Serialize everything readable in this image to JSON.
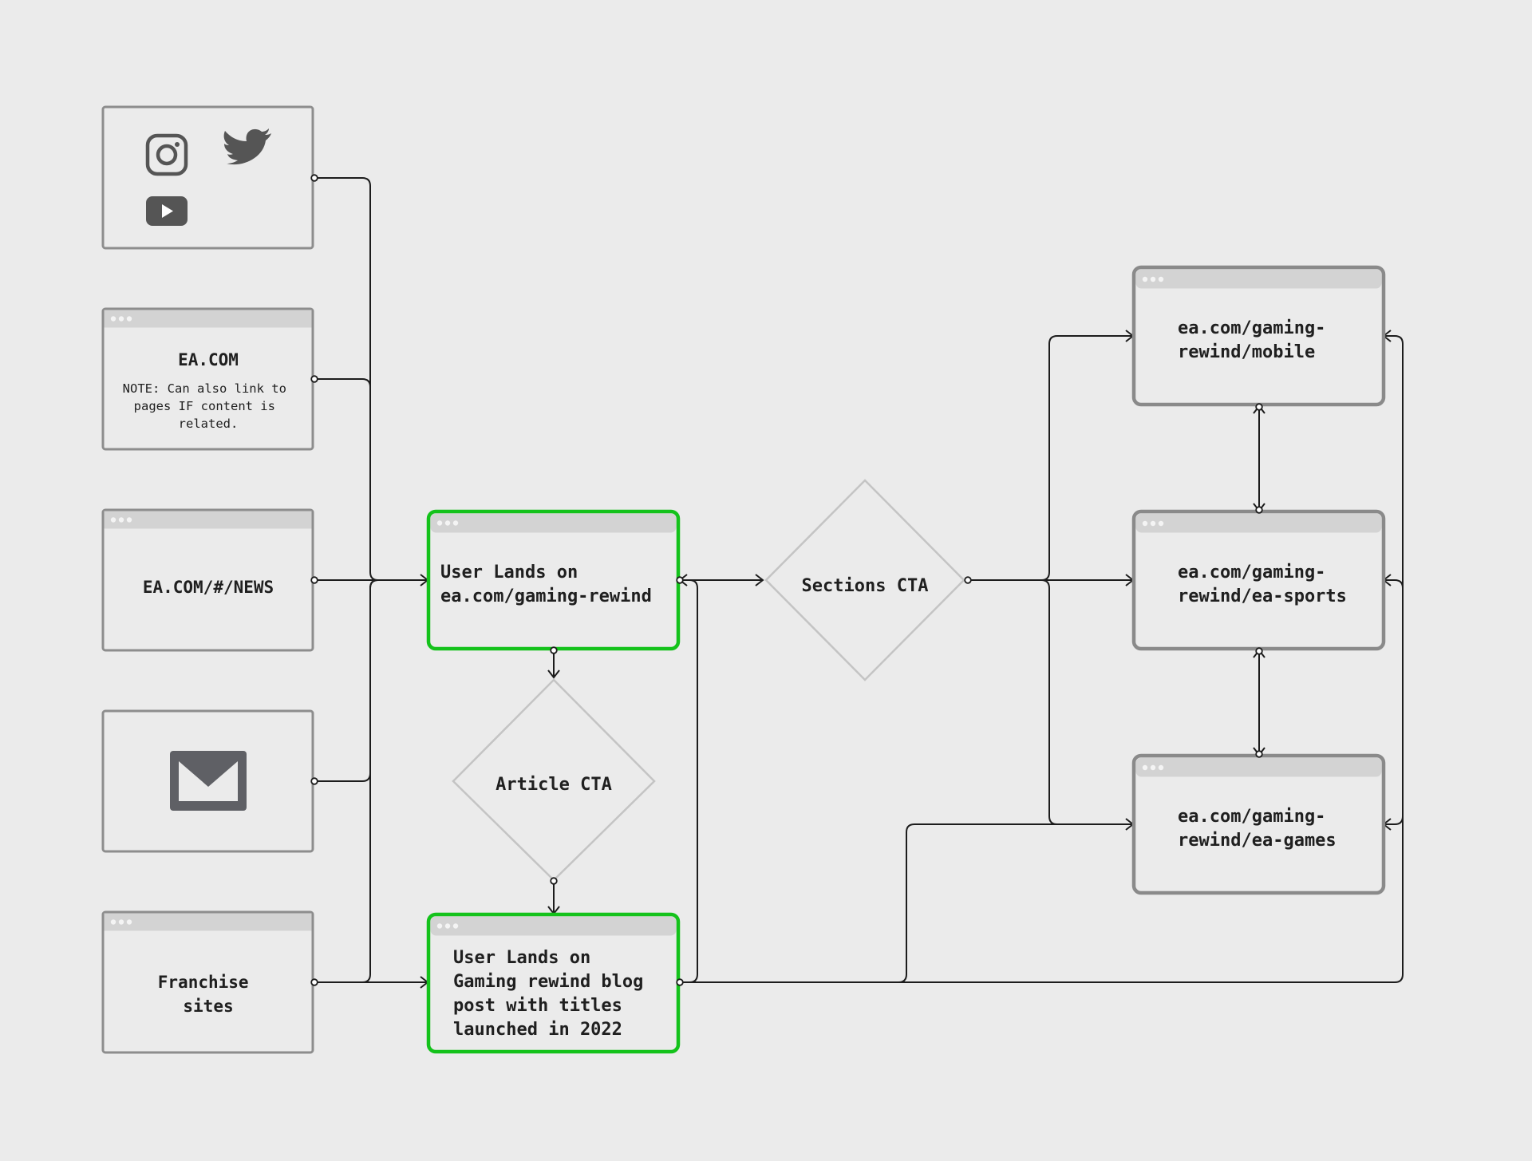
{
  "sources": {
    "social": {
      "icons": [
        "instagram-icon",
        "twitter-icon",
        "youtube-icon"
      ]
    },
    "ea_com": {
      "title": "EA.COM",
      "note_lines": [
        "NOTE: Can also link to",
        "pages IF content is",
        "related."
      ]
    },
    "news": {
      "title": "EA.COM/#/NEWS"
    },
    "email": {
      "icon": "mail-icon"
    },
    "franchise": {
      "lines": [
        "Franchise",
        "sites"
      ]
    }
  },
  "landing": {
    "rewind": {
      "lines": [
        "User Lands on",
        "ea.com/gaming-rewind"
      ]
    },
    "blog": {
      "lines": [
        "User Lands on",
        "Gaming rewind blog",
        "post with titles",
        "launched in 2022"
      ]
    }
  },
  "decisions": {
    "article_cta": "Article CTA",
    "sections_cta": "Sections CTA"
  },
  "destinations": {
    "mobile": {
      "lines": [
        "ea.com/gaming-",
        "rewind/mobile"
      ]
    },
    "ea_sports": {
      "lines": [
        "ea.com/gaming-",
        "rewind/ea-sports"
      ]
    },
    "ea_games": {
      "lines": [
        "ea.com/gaming-",
        "rewind/ea-games"
      ]
    }
  },
  "colors": {
    "background": "#ebebeb",
    "highlight_green": "#14c21b",
    "box_border": "#8d8d8d",
    "connector": "#1c1c1c",
    "icon": "#555555"
  }
}
